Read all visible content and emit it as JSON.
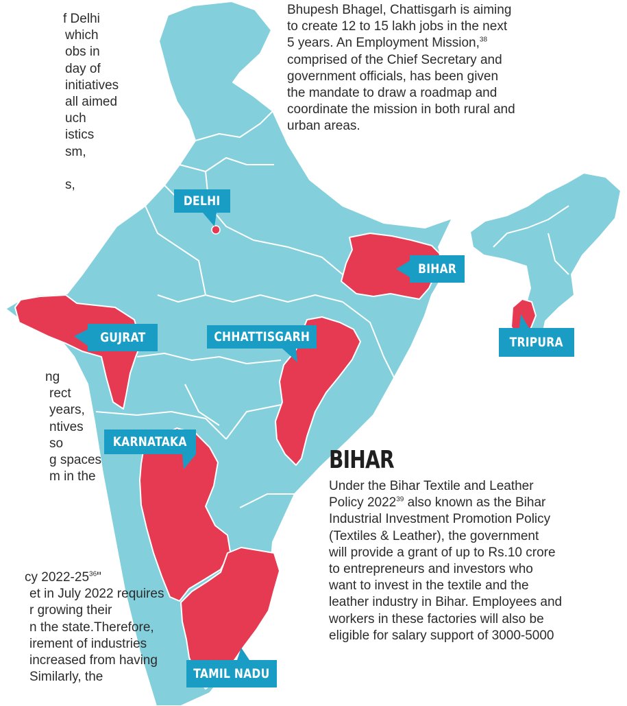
{
  "map": {
    "colors": {
      "land": "#84cfdc",
      "highlight": "#e63a52",
      "border": "#ffffff",
      "tag": "#1a9dc4"
    },
    "labels": {
      "delhi": "DELHI",
      "bihar": "BIHAR",
      "gujrat": "GUJRAT",
      "chhattisgarh": "CHHATTISGARH",
      "tripura": "TRIPURA",
      "karnataka": "KARNATAKA",
      "tamil_nadu": "TAMIL NADU"
    }
  },
  "chhattisgarh_text": {
    "lines": [
      "Bhupesh Bhagel, Chattisgarh is aiming",
      "to create 12 to 15 lakh jobs in the next",
      "5 years. An Employment Mission,",
      "comprised of the Chief Secretary and",
      "government officials, has been given",
      "the mandate to draw a roadmap and",
      "coordinate the mission in both rural and",
      "urban areas."
    ],
    "footnote": "38"
  },
  "left_fragments": {
    "delhi": [
      "f Delhi",
      "which",
      "obs in",
      "day of",
      "initiatives",
      "all aimed",
      "uch",
      "istics",
      "sm,",
      "",
      "s,"
    ],
    "gujarat": [
      "ng",
      "rect",
      "years,",
      "ntives",
      "so",
      "g spaces",
      "m in the"
    ],
    "bottom": [
      "cy 2022-25",
      "et in July 2022 requires",
      "r growing their",
      "n the state.Therefore,",
      "irement of industries",
      "increased from having",
      "   Similarly, the"
    ],
    "bottom_footnote": "36",
    "bottom_quote": "\""
  },
  "bihar": {
    "heading": "BIHAR",
    "lines": [
      "Under the Bihar Textile and Leather",
      "Policy 2022",
      "also known as the Bihar",
      "Industrial Investment Promotion Policy",
      "(Textiles & Leather), the government",
      "will provide a grant of up to Rs.10 crore",
      "to entrepreneurs and investors who",
      "want to invest in the textile and the",
      "leather industry in Bihar. Employees and",
      "workers in these factories will also be",
      "eligible for salary support of 3000-5000"
    ],
    "footnote": "39"
  }
}
